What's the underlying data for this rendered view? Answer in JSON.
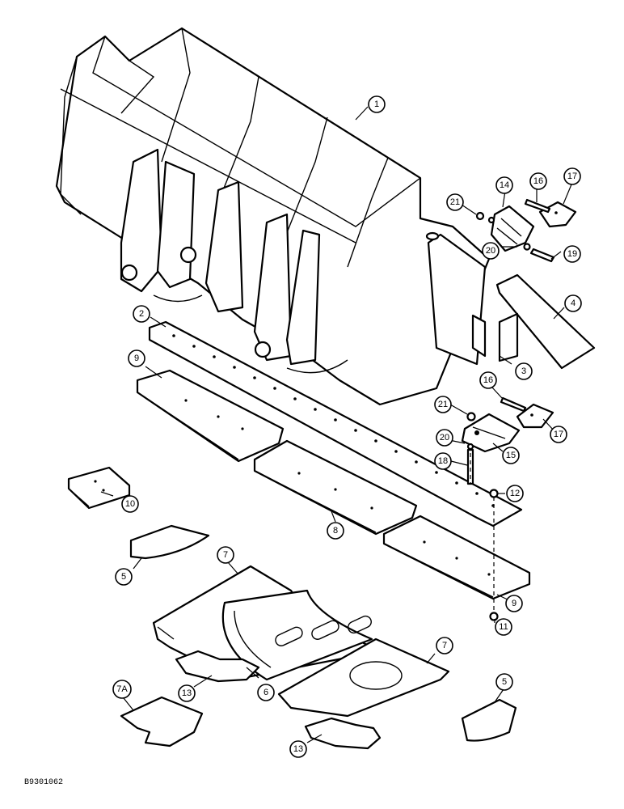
{
  "document_id": "B9301062",
  "callouts": [
    {
      "id": "c1",
      "label": "1"
    },
    {
      "id": "c2",
      "label": "2"
    },
    {
      "id": "c3",
      "label": "3"
    },
    {
      "id": "c4",
      "label": "4"
    },
    {
      "id": "c5a",
      "label": "5"
    },
    {
      "id": "c5b",
      "label": "5"
    },
    {
      "id": "c6",
      "label": "6"
    },
    {
      "id": "c7a",
      "label": "7"
    },
    {
      "id": "c7b",
      "label": "7"
    },
    {
      "id": "c7A",
      "label": "7A"
    },
    {
      "id": "c8",
      "label": "8"
    },
    {
      "id": "c9a",
      "label": "9"
    },
    {
      "id": "c9b",
      "label": "9"
    },
    {
      "id": "c10",
      "label": "10"
    },
    {
      "id": "c11",
      "label": "11"
    },
    {
      "id": "c12",
      "label": "12"
    },
    {
      "id": "c13a",
      "label": "13"
    },
    {
      "id": "c13b",
      "label": "13"
    },
    {
      "id": "c14",
      "label": "14"
    },
    {
      "id": "c15",
      "label": "15"
    },
    {
      "id": "c16a",
      "label": "16"
    },
    {
      "id": "c16b",
      "label": "16"
    },
    {
      "id": "c17a",
      "label": "17"
    },
    {
      "id": "c17b",
      "label": "17"
    },
    {
      "id": "c18",
      "label": "18"
    },
    {
      "id": "c19",
      "label": "19"
    },
    {
      "id": "c20a",
      "label": "20"
    },
    {
      "id": "c20b",
      "label": "20"
    },
    {
      "id": "c21a",
      "label": "21"
    },
    {
      "id": "c21b",
      "label": "21"
    }
  ]
}
